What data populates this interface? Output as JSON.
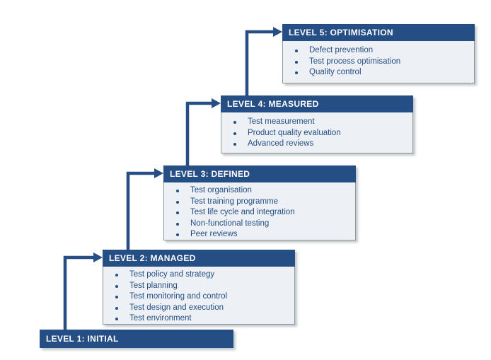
{
  "diagram": {
    "name": "Test maturity model staircase",
    "levels": [
      {
        "id": 1,
        "title": "LEVEL 1: INITIAL",
        "items": []
      },
      {
        "id": 2,
        "title": "LEVEL 2: MANAGED",
        "items": [
          "Test policy and strategy",
          "Test planning",
          "Test monitoring and control",
          "Test design and execution",
          "Test environment"
        ]
      },
      {
        "id": 3,
        "title": "LEVEL 3: DEFINED",
        "items": [
          "Test organisation",
          "Test training programme",
          "Test life cycle and integration",
          "Non-functional testing",
          "Peer reviews"
        ]
      },
      {
        "id": 4,
        "title": "LEVEL 4: MEASURED",
        "items": [
          "Test measurement",
          "Product quality evaluation",
          "Advanced reviews"
        ]
      },
      {
        "id": 5,
        "title": "LEVEL 5: OPTIMISATION",
        "items": [
          "Defect prevention",
          "Test process optimisation",
          "Quality control"
        ]
      }
    ],
    "colors": {
      "header_bg": "#254E84",
      "header_text": "#FFFFFF",
      "body_bg": "#EDF1F5",
      "body_border": "#8C9996",
      "bullet_text": "#254E84",
      "arrow": "#254E84"
    }
  }
}
